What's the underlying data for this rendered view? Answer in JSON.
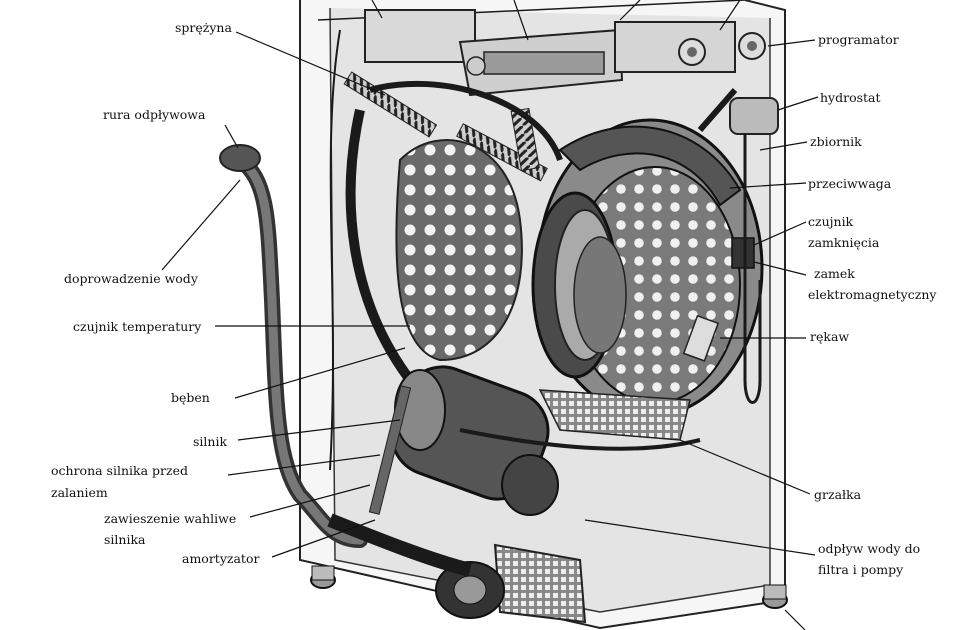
{
  "diagram": {
    "labels_left": {
      "sprezyna": "sprężyna",
      "rura_odplywowa": "rura odpływowa",
      "doprowadzenie_wody": "doprowadzenie wody",
      "czujnik_temperatury": "czujnik temperatury",
      "beben": "bęben",
      "silnik": "silnik",
      "ochrona_silnika_1": "ochrona silnika przed",
      "ochrona_silnika_2": "zalaniem",
      "zawieszenie_1": "zawieszenie wahliwe",
      "zawieszenie_2": "silnika",
      "amortyzator": "amortyzator"
    },
    "labels_right": {
      "programator": "programator",
      "hydrostat": "hydrostat",
      "zbiornik": "zbiornik",
      "przeciwwaga": "przeciwwaga",
      "czujnik_zamkniecia_1": "czujnik",
      "czujnik_zamkniecia_2": "zamknięcia",
      "zamek_1": "zamek",
      "zamek_2": "elektromagnetyczny",
      "rekaw": "rękaw",
      "grzalka": "grzałka",
      "odplyw_1": "odpływ wody do",
      "odplyw_2": "filtra i pompy"
    }
  }
}
